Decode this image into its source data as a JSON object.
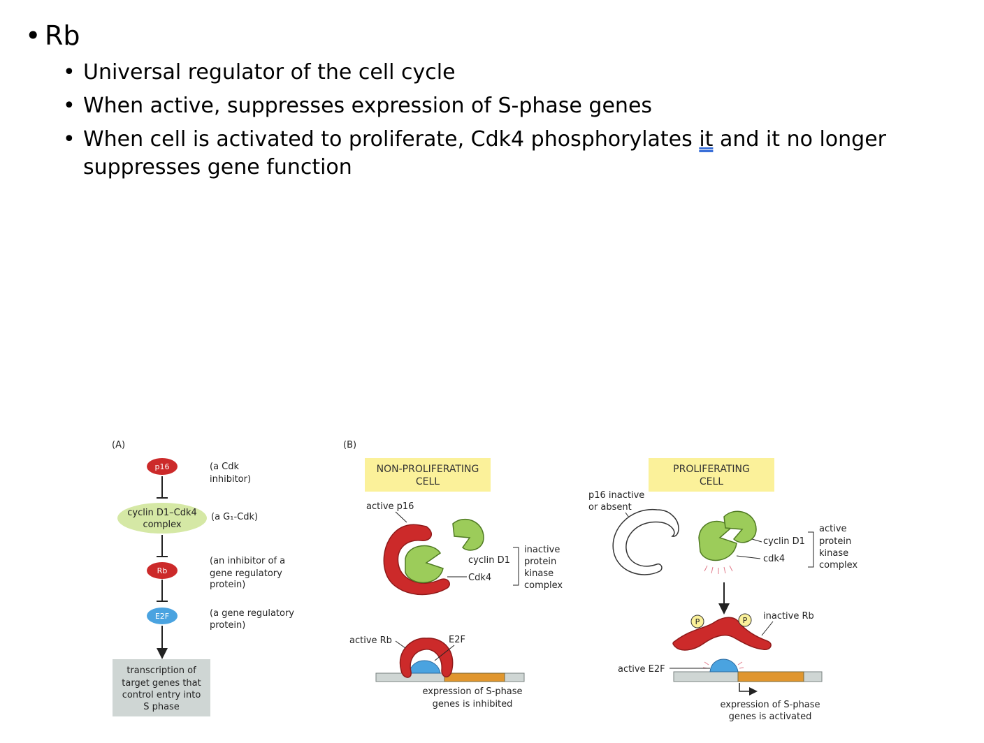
{
  "slide": {
    "heading": "Rb",
    "bullets": [
      {
        "pre": "Universal regulator of the cell cycle",
        "mid": "",
        "post": ""
      },
      {
        "pre": "When active, suppresses expression of S-phase genes",
        "mid": "",
        "post": ""
      },
      {
        "pre": "When cell is activated to proliferate, Cdk4 phosphorylates ",
        "mid": "it",
        "post": " and it no longer suppresses gene function"
      }
    ]
  },
  "figure": {
    "panel_a": {
      "label": "(A)",
      "p16": "p16",
      "p16_note": [
        "(a Cdk",
        "inhibitor)"
      ],
      "cyclin": [
        "cyclin D1–Cdk4",
        "complex"
      ],
      "cyclin_note": "(a G₁-Cdk)",
      "rb": "Rb",
      "rb_note": [
        "(an inhibitor of a",
        "gene regulatory",
        "protein)"
      ],
      "e2f": "E2F",
      "e2f_note": [
        "(a gene regulatory",
        "protein)"
      ],
      "box": [
        "transcription of",
        "target genes that",
        "control entry into",
        "S phase"
      ]
    },
    "panel_b": {
      "label": "(B)",
      "nonprolif": [
        "NON-PROLIFERATING",
        "CELL"
      ],
      "prolif": [
        "PROLIFERATING",
        "CELL"
      ],
      "active_p16": "active p16",
      "cyclin_d1": "cyclin D1",
      "cdk4_upper": "Cdk4",
      "inactive_complex": [
        "inactive",
        "protein",
        "kinase",
        "complex"
      ],
      "active_rb": "active Rb",
      "e2f": "E2F",
      "inhibited": [
        "expression of S-phase",
        "genes is inhibited"
      ],
      "p16_inactive": [
        "p16 inactive",
        "or absent"
      ],
      "cyclin_d1_r": "cyclin D1",
      "cdk4_lower": "cdk4",
      "active_complex": [
        "active",
        "protein",
        "kinase",
        "complex"
      ],
      "inactive_rb": "inactive Rb",
      "phospho": "P",
      "active_e2f": "active E2F",
      "activated": [
        "expression of S-phase",
        "genes is activated"
      ]
    }
  },
  "colors": {
    "red": "#cc2a2a",
    "green": "#9ccc5a",
    "light_green": "#d5e8a5",
    "blue": "#4aa3e0",
    "yellow": "#fbf19a",
    "orange": "#e0962e",
    "gray": "#cfd6d4"
  }
}
